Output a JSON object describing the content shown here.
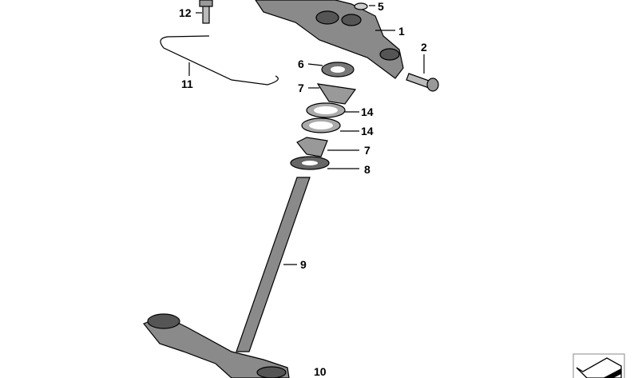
{
  "diagram": {
    "callouts": [
      "12",
      "5",
      "1",
      "2",
      "11",
      "6",
      "7",
      "14",
      "14",
      "7",
      "8",
      "9",
      "10"
    ]
  },
  "colors": {
    "part_fill": "#8a8a8a",
    "part_dark": "#4a4a4a",
    "line": "#000000"
  }
}
